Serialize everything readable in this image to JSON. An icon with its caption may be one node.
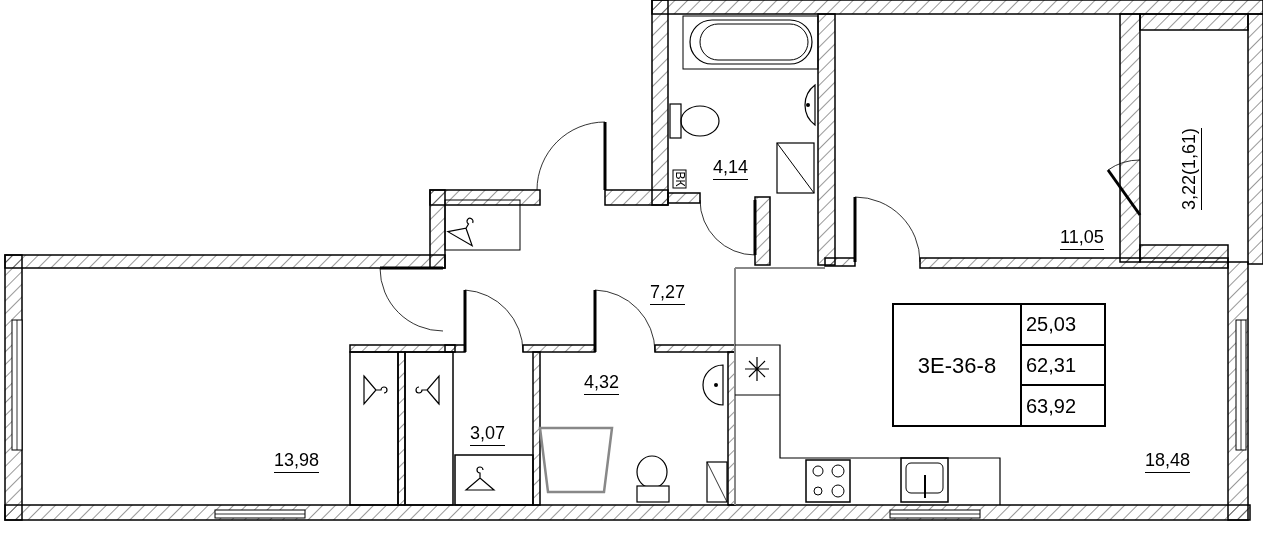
{
  "diagram": {
    "nodes": [
      {
        "text": [
          "4,14"
        ]
      },
      {
        "text": [
          "11,05"
        ]
      },
      {
        "text": [
          "3,22(1,61)"
        ]
      },
      {
        "text": [
          "7,27"
        ]
      },
      {
        "text": [
          "13,98"
        ]
      },
      {
        "text": [
          "3,07"
        ]
      },
      {
        "text": [
          "4,32"
        ]
      },
      {
        "text": [
          "18,48"
        ]
      },
      {
        "text": [
          "3E-36-8",
          "25,03",
          "62,31",
          "63,92"
        ],
        "in": 7
      }
    ],
    "labels": [
      "ВК"
    ]
  }
}
